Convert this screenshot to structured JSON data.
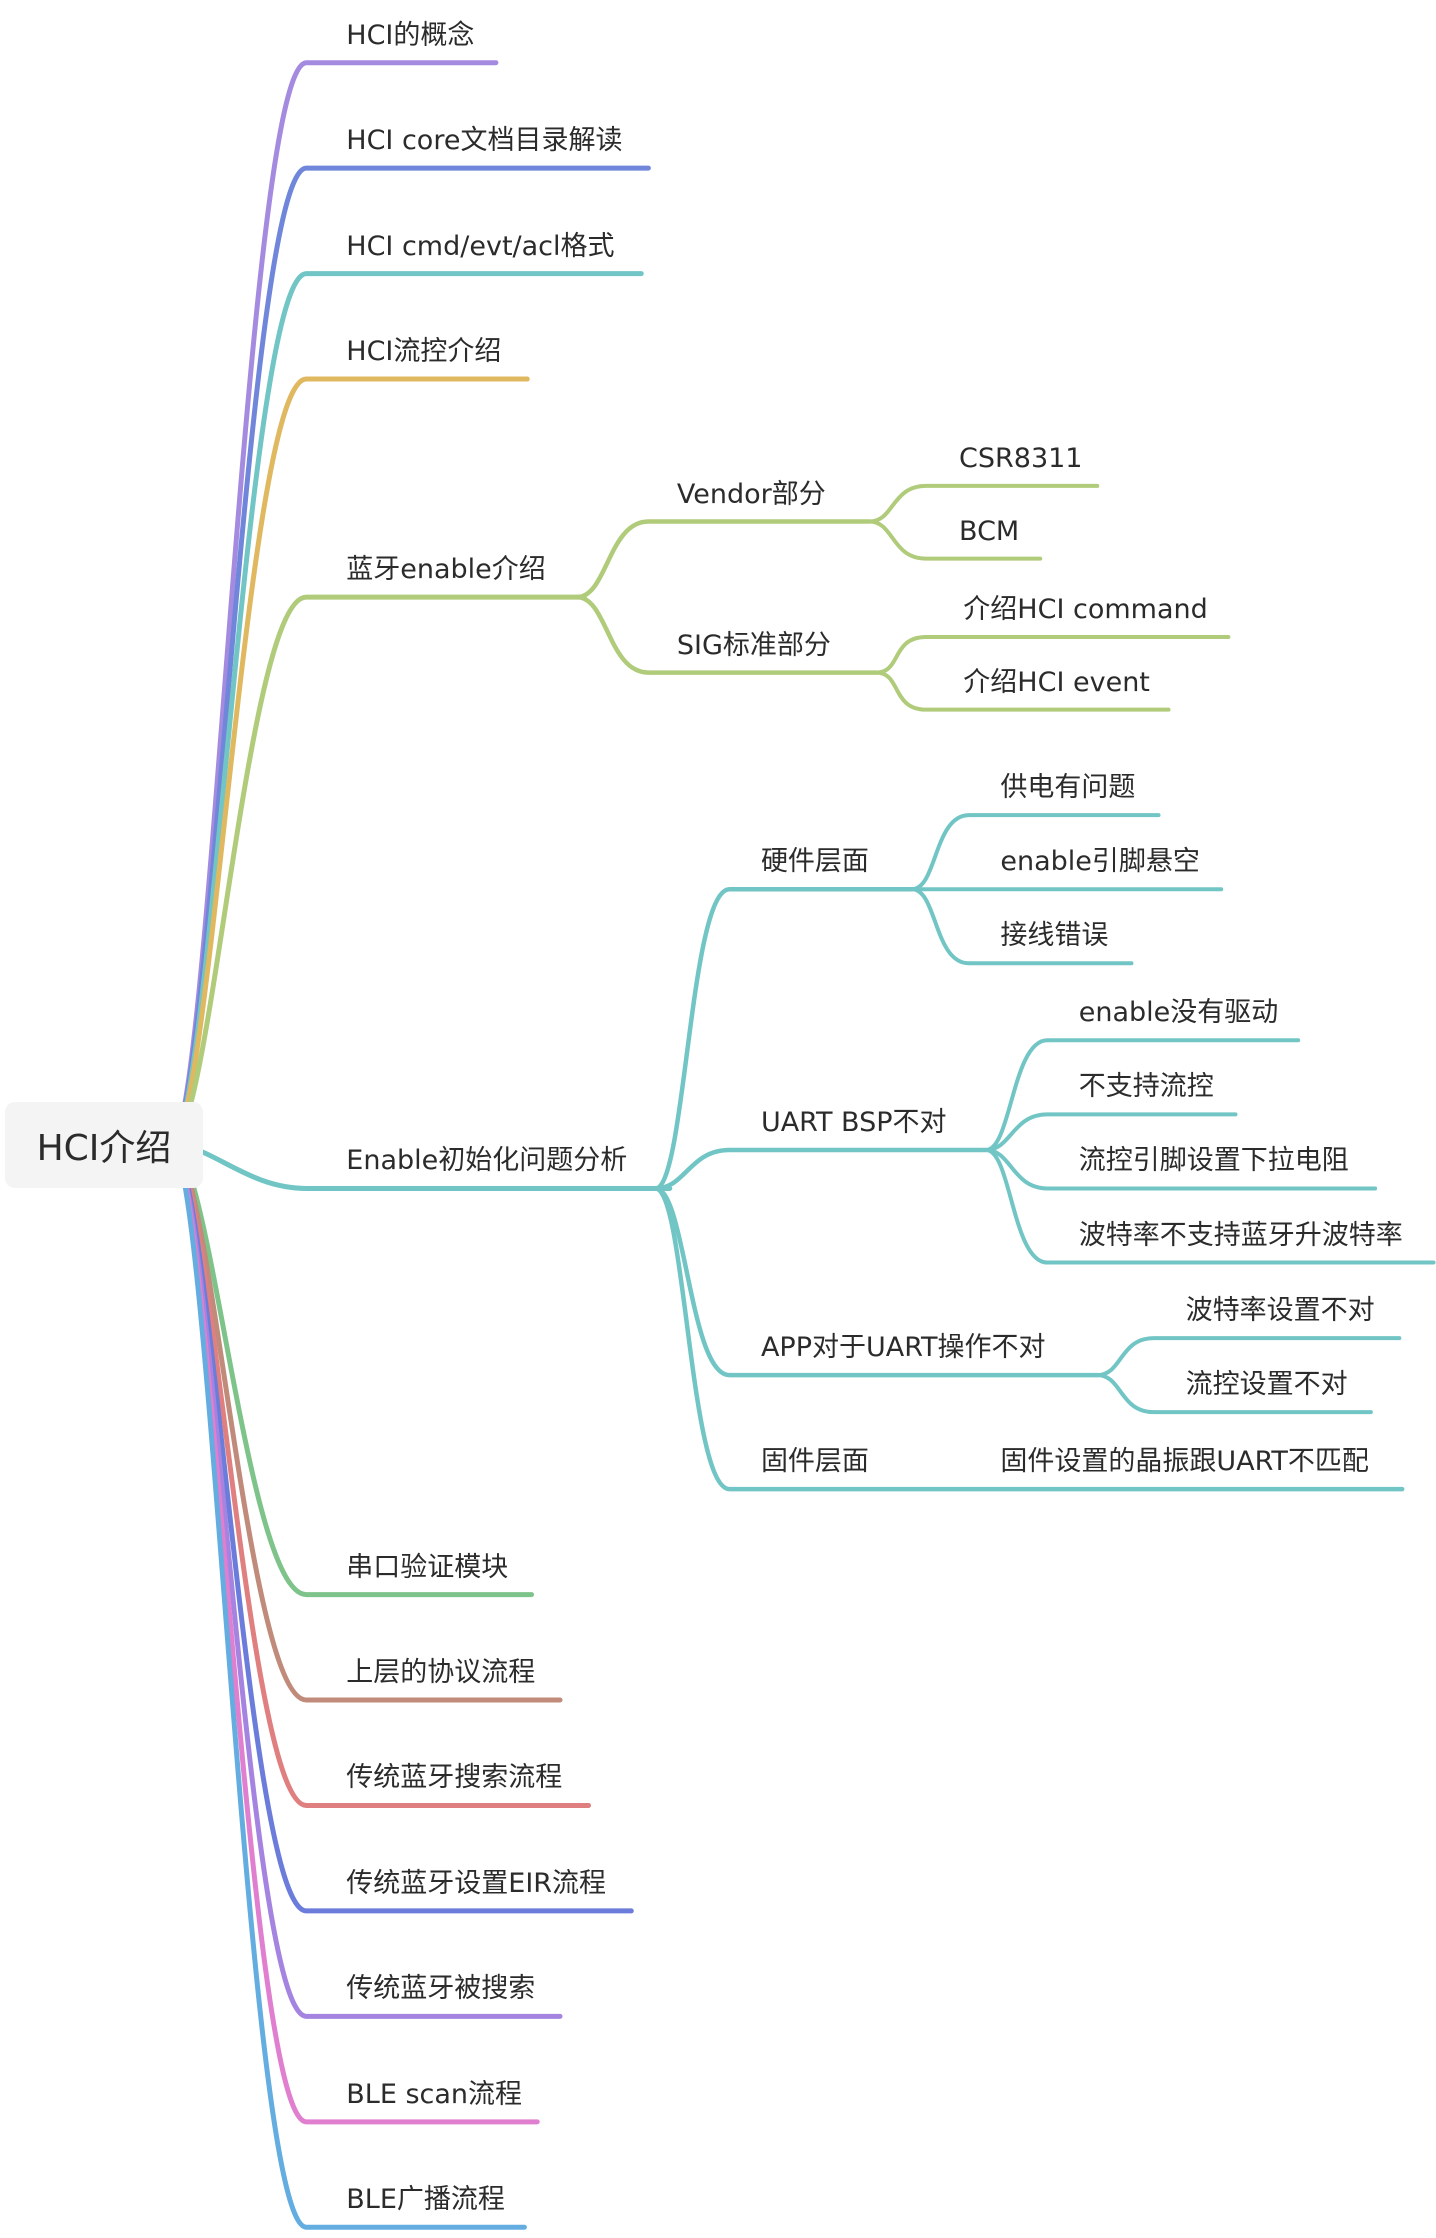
{
  "root": {
    "label": "HCI介绍"
  },
  "colors": {
    "purple": "#a48be0",
    "blue": "#6f86db",
    "teal": "#72c5c5",
    "gold": "#e0b860",
    "olive": "#b0cb7a",
    "green": "#7ec48a",
    "brown": "#c08b7a",
    "salmon": "#e07f7f",
    "indigo": "#6b7cdb",
    "violet": "#a484e0",
    "pink": "#e07fd0",
    "sky": "#63ade0"
  },
  "branches": [
    {
      "label": "HCI的概念",
      "color": "purple",
      "children": []
    },
    {
      "label": "HCI core文档目录解读",
      "color": "blue",
      "children": []
    },
    {
      "label": "HCI cmd/evt/acl格式",
      "color": "teal",
      "children": []
    },
    {
      "label": "HCI流控介绍",
      "color": "gold",
      "children": []
    },
    {
      "label": "蓝牙enable介绍",
      "color": "olive",
      "children": [
        {
          "label": "Vendor部分",
          "children": [
            {
              "label": "CSR8311"
            },
            {
              "label": "BCM"
            }
          ]
        },
        {
          "label": "SIG标准部分",
          "children": [
            {
              "label": "介绍HCI command"
            },
            {
              "label": "介绍HCI event"
            }
          ]
        }
      ]
    },
    {
      "label": "Enable初始化问题分析",
      "color": "teal",
      "children": [
        {
          "label": "硬件层面",
          "children": [
            {
              "label": "供电有问题"
            },
            {
              "label": "enable引脚悬空"
            },
            {
              "label": "接线错误"
            }
          ]
        },
        {
          "label": "UART BSP不对",
          "children": [
            {
              "label": "enable没有驱动"
            },
            {
              "label": "不支持流控"
            },
            {
              "label": "流控引脚设置下拉电阻"
            },
            {
              "label": "波特率不支持蓝牙升波特率"
            }
          ]
        },
        {
          "label": "APP对于UART操作不对",
          "children": [
            {
              "label": "波特率设置不对"
            },
            {
              "label": "流控设置不对"
            }
          ]
        },
        {
          "label": "固件层面",
          "children": [
            {
              "label": "固件设置的晶振跟UART不匹配"
            }
          ]
        }
      ]
    },
    {
      "label": "串口验证模块",
      "color": "green",
      "children": []
    },
    {
      "label": "上层的协议流程",
      "color": "brown",
      "children": []
    },
    {
      "label": "传统蓝牙搜索流程",
      "color": "salmon",
      "children": []
    },
    {
      "label": "传统蓝牙设置EIR流程",
      "color": "indigo",
      "children": []
    },
    {
      "label": "传统蓝牙被搜索",
      "color": "violet",
      "children": []
    },
    {
      "label": "BLE scan流程",
      "color": "pink",
      "children": []
    },
    {
      "label": "BLE广播流程",
      "color": "sky",
      "children": []
    }
  ]
}
